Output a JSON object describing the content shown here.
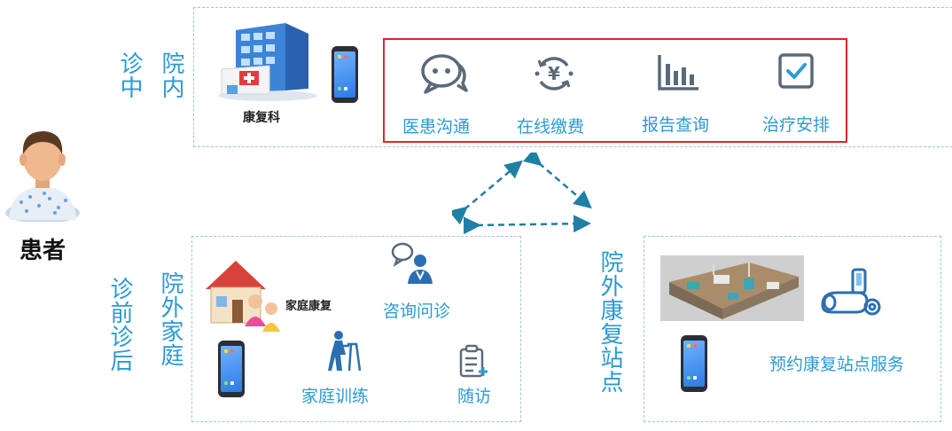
{
  "patient": {
    "label": "患者"
  },
  "in_hospital": {
    "vertical_left": "诊中",
    "vertical_right": "院内",
    "department": "康复科",
    "services": [
      {
        "label": "医患沟通",
        "icon": "chat-bubble-icon"
      },
      {
        "label": "在线缴费",
        "icon": "yuan-payment-icon"
      },
      {
        "label": "报告查询",
        "icon": "bar-chart-icon"
      },
      {
        "label": "治疗安排",
        "icon": "checkbox-icon"
      }
    ],
    "highlight_color": "#e0242b"
  },
  "home": {
    "vertical_left": "诊前诊后",
    "vertical_right": "院外家庭",
    "house_label": "家庭康复",
    "consult_label": "咨询问诊",
    "training_label": "家庭训练",
    "followup_label": "随访"
  },
  "station": {
    "vertical_title": "院外康复站点",
    "service_label": "预约康复站点服务"
  },
  "colors": {
    "accent_blue": "#2c9ad4",
    "arrow_teal": "#1f7fa5",
    "dashed_border": "#9cc7de"
  }
}
